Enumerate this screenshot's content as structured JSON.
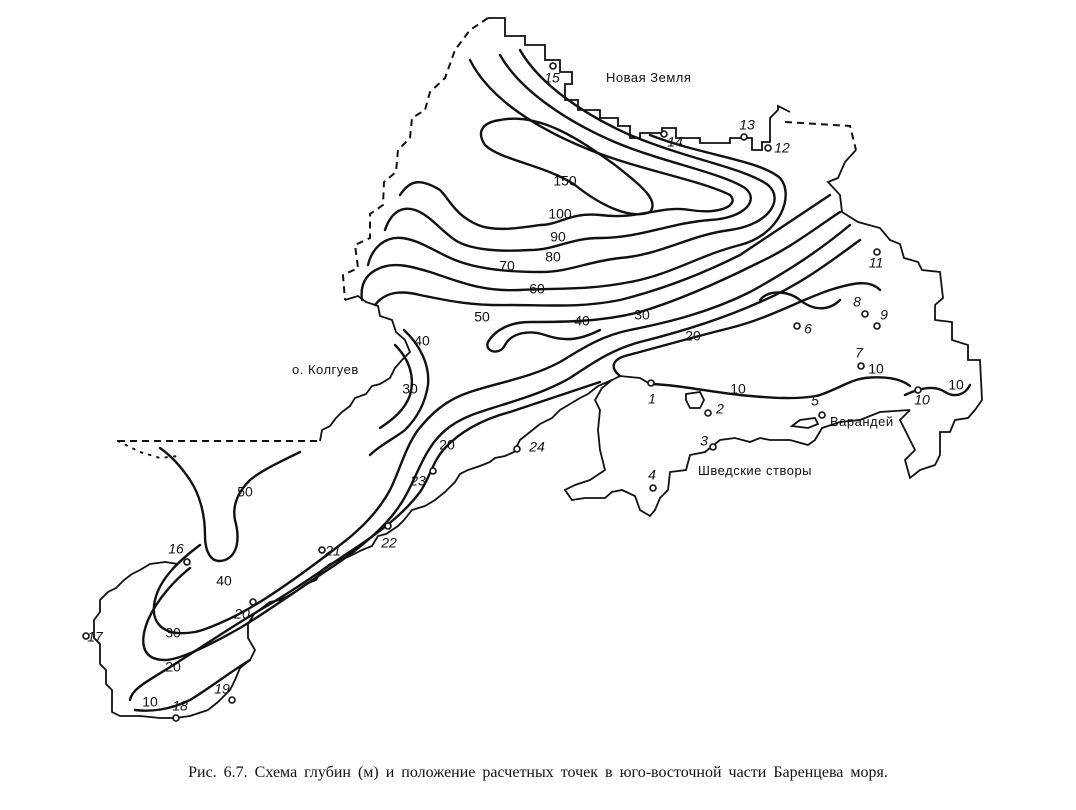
{
  "caption": "Рис. 6.7. Схема глубин (м) и положение расчетных точек в юго-восточной части Баренцева моря.",
  "places": {
    "novaya_zemlya": "Новая Земля",
    "kolguev": "о. Колгуев",
    "varandey": "Варандей",
    "shvedskie": "Шведские створы"
  },
  "depth_labels": {
    "d150": "150",
    "d100": "100",
    "d90": "90",
    "d80": "80",
    "d70": "70",
    "d60": "60",
    "d50a": "50",
    "d40a": "40",
    "d30a": "30",
    "d20a": "20",
    "d10a": "10",
    "d40b": "40",
    "d30b": "30",
    "d20b": "20",
    "d10b": "10",
    "d10c": "10",
    "d10d": "10",
    "d50b": "50",
    "d40c": "40",
    "d30c": "30",
    "d20c": "20"
  },
  "points": {
    "p1": "1",
    "p2": "2",
    "p3": "3",
    "p4": "4",
    "p5": "5",
    "p6": "6",
    "p7": "7",
    "p8": "8",
    "p9": "9",
    "p10": "10",
    "p11": "11",
    "p12": "12",
    "p13": "13",
    "p14": "14",
    "p15": "15",
    "p16": "16",
    "p17": "17",
    "p18": "18",
    "p19": "19",
    "p20": "20",
    "p21": "21",
    "p22": "22",
    "p23": "23",
    "p24": "24"
  }
}
